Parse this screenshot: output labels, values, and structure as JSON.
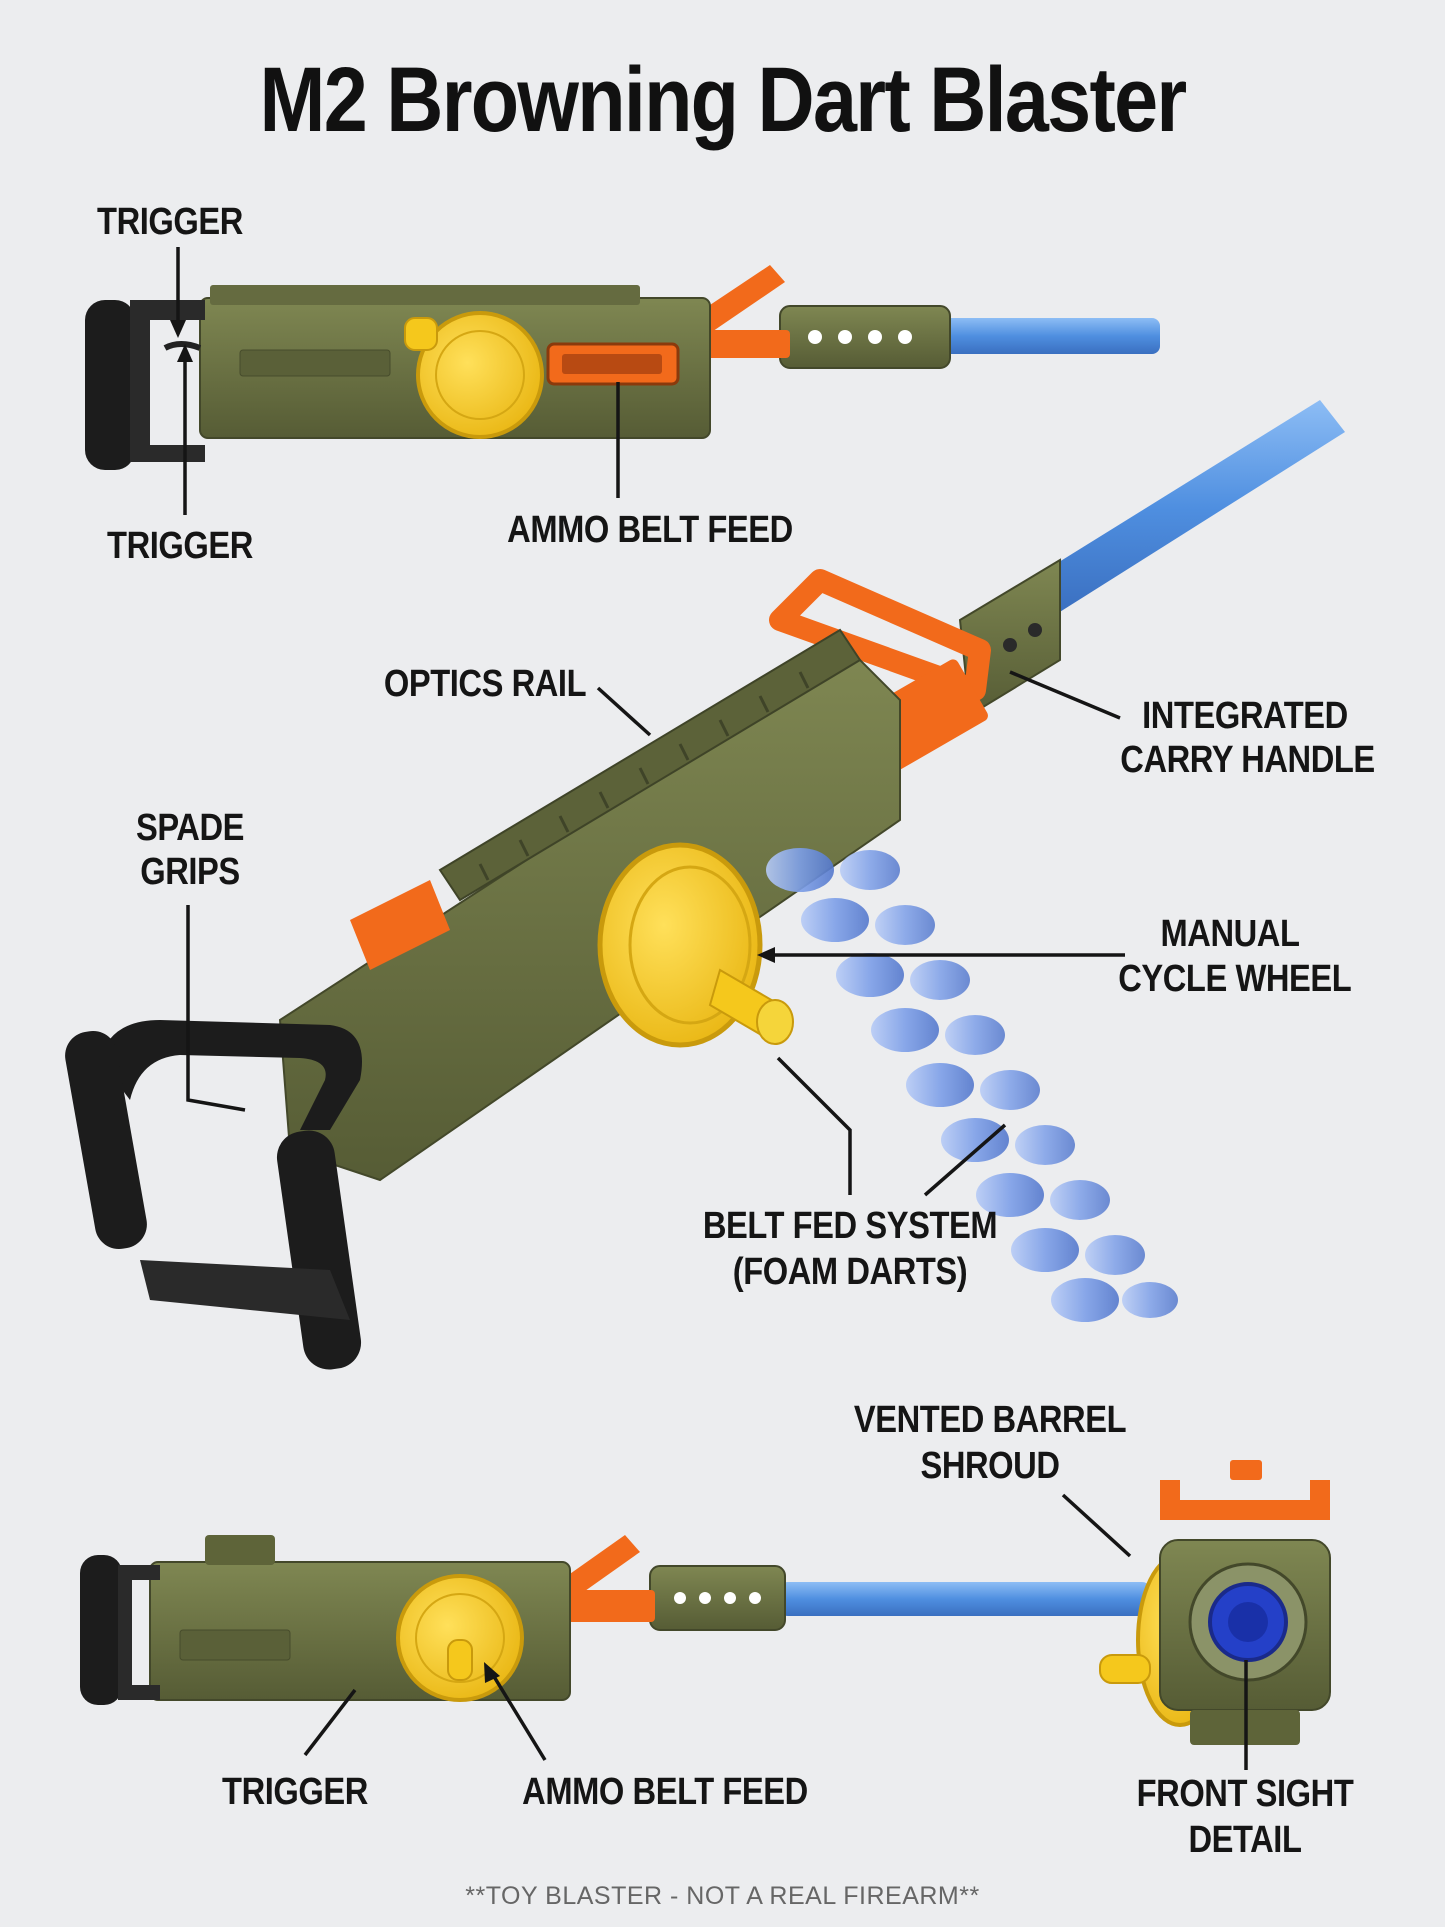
{
  "title": "M2 Browning Dart Blaster",
  "labels": {
    "top_trigger_upper": "TRIGGER",
    "top_trigger_lower": "TRIGGER",
    "top_ammo_feed": "AMMO BELT FEED",
    "optics_rail": "OPTICS RAIL",
    "carry_handle_1": "INTEGRATED",
    "carry_handle_2": "CARRY HANDLE",
    "spade_grips_1": "SPADE",
    "spade_grips_2": "GRIPS",
    "cycle_wheel_1": "MANUAL",
    "cycle_wheel_2": "CYCLE WHEEL",
    "belt_fed_1": "BELT FED SYSTEM",
    "belt_fed_2": "(FOAM DARTS)",
    "barrel_shroud_1": "VENTED BARREL",
    "barrel_shroud_2": "SHROUD",
    "bottom_trigger": "TRIGGER",
    "bottom_ammo_feed": "AMMO BELT FEED",
    "front_sight_1": "FRONT SIGHT",
    "front_sight_2": "DETAIL"
  },
  "footer": "**TOY BLASTER - NOT A REAL FIREARM**",
  "colors": {
    "background": "#ecedef",
    "olive_body": "#6d7446",
    "olive_dark": "#4f5532",
    "orange": "#f26a1b",
    "yellow": "#f5c81c",
    "barrel_blue": "#4f8fe0",
    "grip_black": "#1c1c1c",
    "dart_blue": "#7d9fe8"
  }
}
